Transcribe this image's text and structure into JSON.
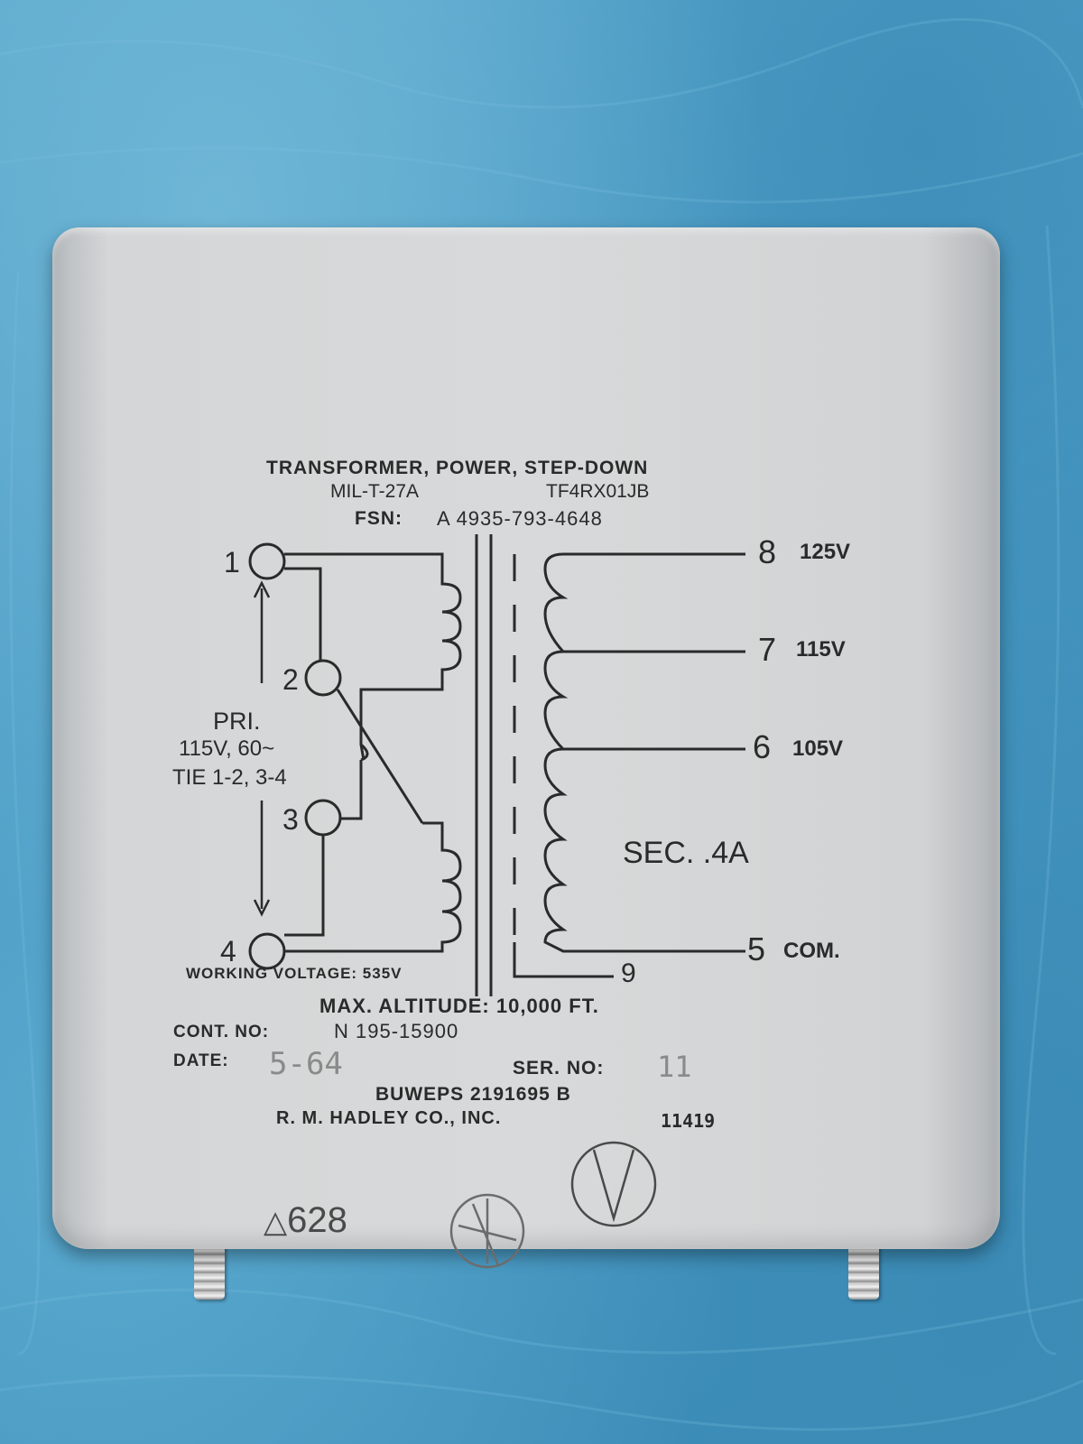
{
  "plate": {
    "title": "TRANSFORMER, POWER, STEP-DOWN",
    "spec": "MIL-T-27A",
    "type_designation": "TF4RX01JB",
    "fsn_label": "FSN:",
    "fsn_value": "A 4935-793-4648",
    "working_voltage": "WORKING VOLTAGE: 535V",
    "max_altitude": "MAX. ALTITUDE: 10,000 FT.",
    "contract_label": "CONT. NO:",
    "contract_value": "N 195-15900",
    "date_label": "DATE:",
    "date_value": "5-64",
    "serial_label": "SER. NO:",
    "serial_value": "11",
    "buweps": "BUWEPS 2191695 B",
    "maker": "R. M. HADLEY CO., INC.",
    "cage_code": "11419",
    "lot_mark": "628"
  },
  "schematic": {
    "primary_label": "PRI.",
    "primary_rating": "115V, 60~",
    "primary_tie": "TIE 1-2, 3-4",
    "secondary_label": "SEC. .4A",
    "terminals": {
      "t1": "1",
      "t2": "2",
      "t3": "3",
      "t4": "4",
      "t5": "5",
      "t6": "6",
      "t7": "7",
      "t8": "8",
      "t9": "9"
    },
    "taps": {
      "t8": "125V",
      "t7": "115V",
      "t6": "105V",
      "t5": "COM."
    }
  },
  "colors": {
    "background": "#4a9cc4",
    "case": "#d7d9da",
    "ink": "#2a2a2a"
  }
}
